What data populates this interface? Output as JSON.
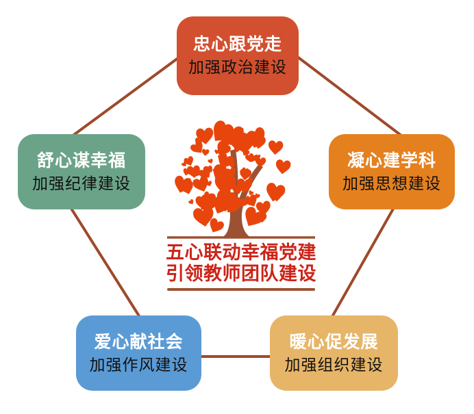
{
  "diagram_title": "五心联动幸福党建引领教师团队建设",
  "center": {
    "logo_line1": "五心联动幸福党建",
    "logo_line2": "引领教师团队建设",
    "icon": "heart-tree-icon"
  },
  "colors": {
    "background": "#ffffff",
    "connector": "#9e4a2b",
    "heart": "#e8450d",
    "trunk": "#9c5232",
    "logo_text": "#cc2418",
    "node_title_text": "#ffffff",
    "node_subtitle_text": "#111111"
  },
  "nodes": [
    {
      "position": "top",
      "title": "忠心跟党走",
      "subtitle": "加强政治建设",
      "color": "#d2502f"
    },
    {
      "position": "right",
      "title": "凝心建学科",
      "subtitle": "加强思想建设",
      "color": "#e5801f"
    },
    {
      "position": "left",
      "title": "舒心谋幸福",
      "subtitle": "加强纪律建设",
      "color": "#6ba389"
    },
    {
      "position": "bottom-right",
      "title": "暖心促发展",
      "subtitle": "加强组织建设",
      "color": "#e7b568"
    },
    {
      "position": "bottom-left",
      "title": "爱心献社会",
      "subtitle": "加强作风建设",
      "color": "#5b9bd5"
    }
  ]
}
